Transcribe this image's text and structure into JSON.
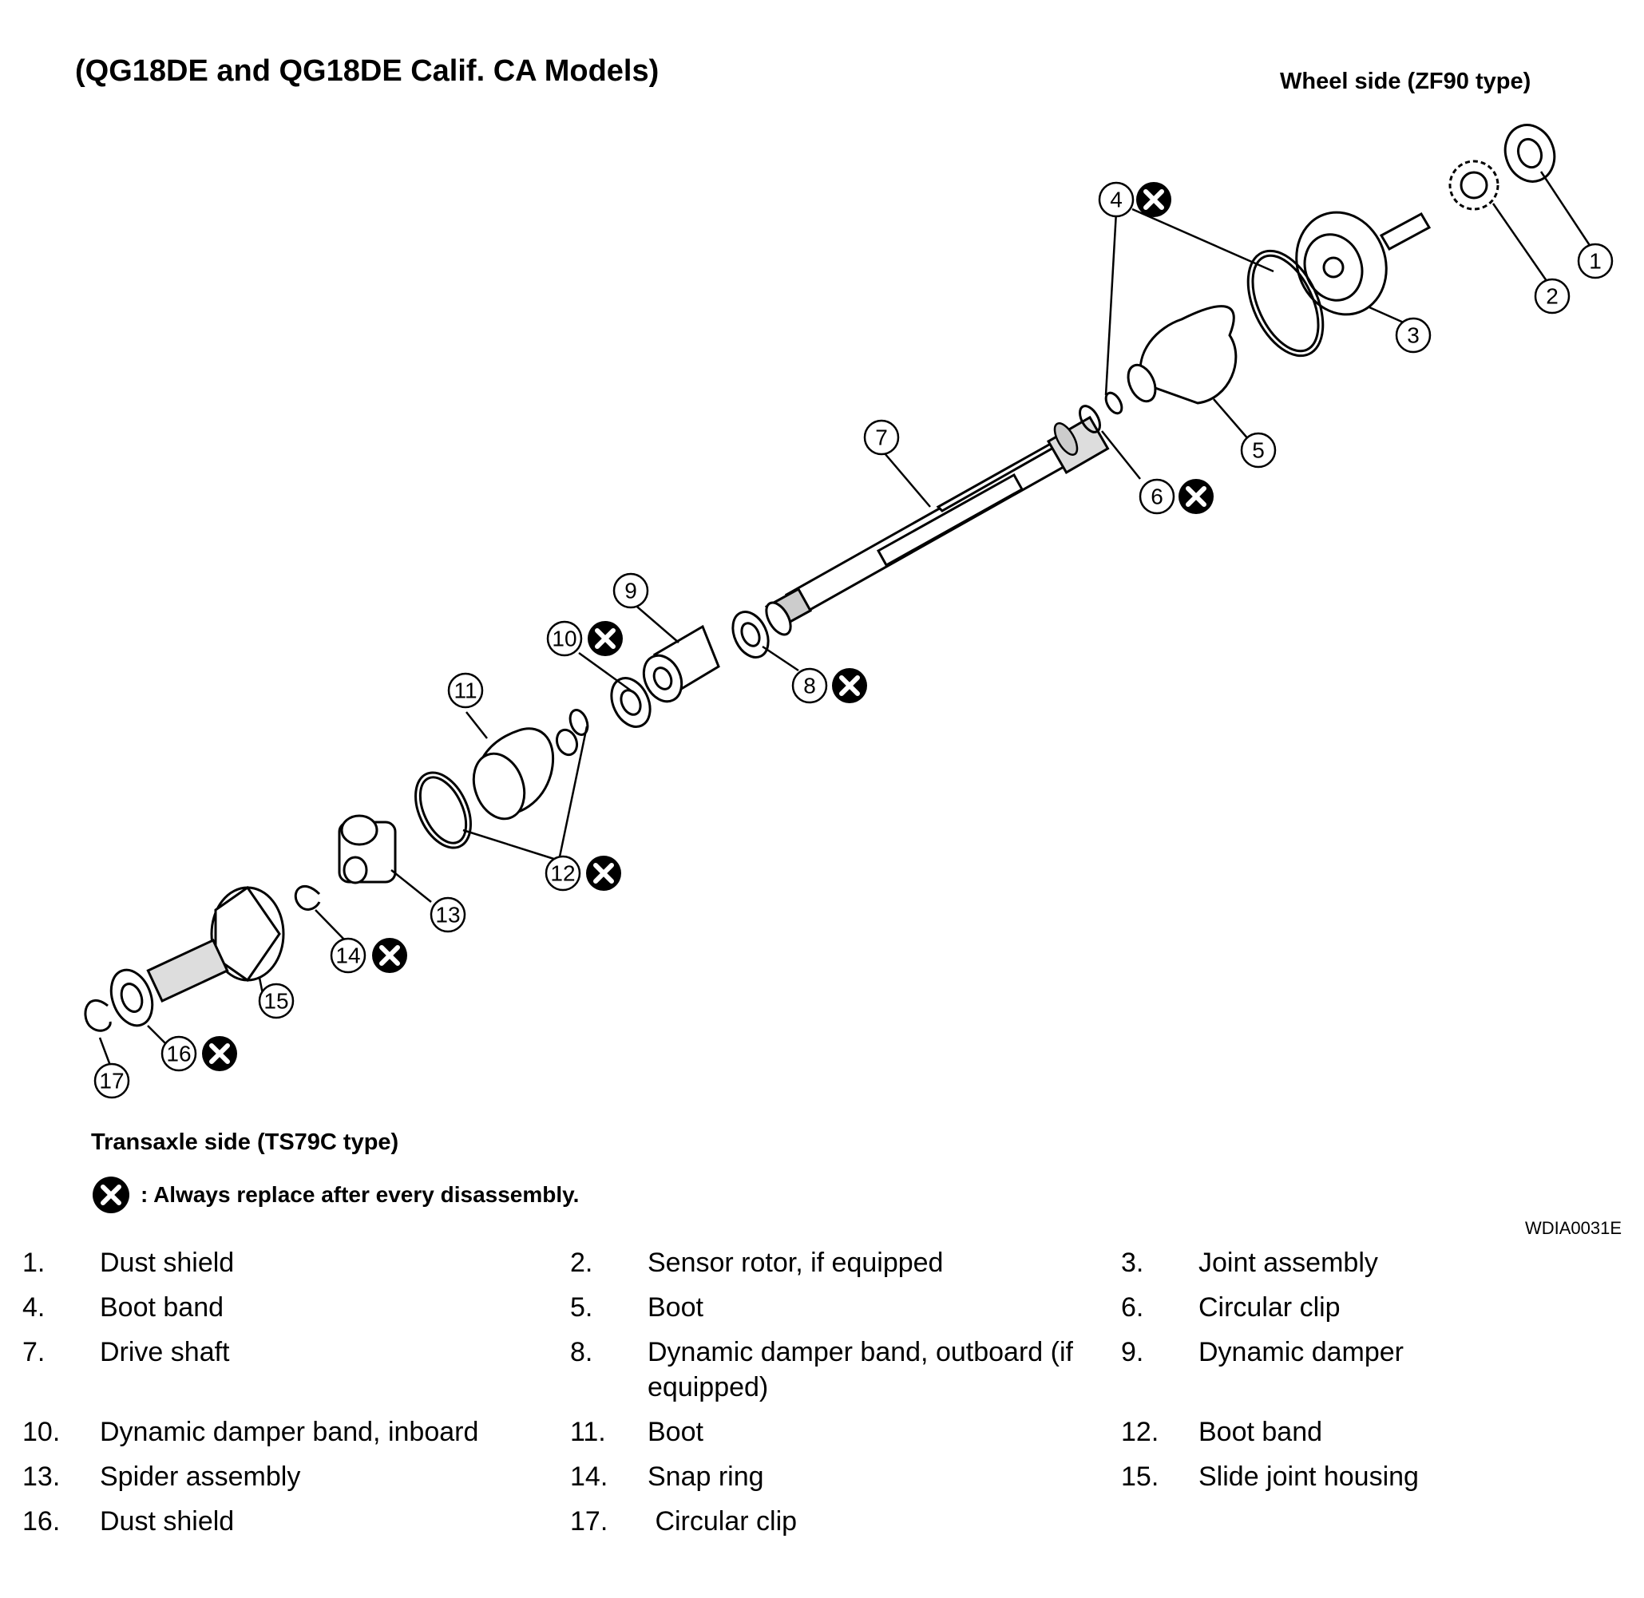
{
  "title": "(QG18DE and QG18DE Calif. CA Models)",
  "wheel_side_label": "Wheel side (ZF90 type)",
  "transaxle_side_label": "Transaxle side (TS79C type)",
  "legend": {
    "icon": "replace-x-icon",
    "text": ": Always replace after every disassembly."
  },
  "reference_code": "WDIA0031E",
  "callouts": [
    "1",
    "2",
    "3",
    "4",
    "5",
    "6",
    "7",
    "8",
    "9",
    "10",
    "11",
    "12",
    "13",
    "14",
    "15",
    "16",
    "17"
  ],
  "parts_rows": [
    [
      {
        "num": "1.",
        "name": "Dust shield"
      },
      {
        "num": "2.",
        "name": "Sensor rotor, if equipped"
      },
      {
        "num": "3.",
        "name": "Joint assembly"
      }
    ],
    [
      {
        "num": "4.",
        "name": "Boot band"
      },
      {
        "num": "5.",
        "name": "Boot"
      },
      {
        "num": "6.",
        "name": "Circular clip"
      }
    ],
    [
      {
        "num": "7.",
        "name": "Drive shaft"
      },
      {
        "num": "8.",
        "name": "Dynamic damper band, outboard (if equipped)"
      },
      {
        "num": "9.",
        "name": "Dynamic damper"
      }
    ],
    [
      {
        "num": "10.",
        "name": "Dynamic damper band, inboard"
      },
      {
        "num": "11.",
        "name": "Boot"
      },
      {
        "num": "12.",
        "name": "Boot band"
      }
    ],
    [
      {
        "num": "13.",
        "name": "Spider assembly"
      },
      {
        "num": "14.",
        "name": "Snap ring"
      },
      {
        "num": "15.",
        "name": "Slide joint housing"
      }
    ],
    [
      {
        "num": "16.",
        "name": "Dust shield"
      },
      {
        "num": "17.",
        "name": " Circular clip"
      },
      {
        "num": "",
        "name": ""
      }
    ]
  ]
}
